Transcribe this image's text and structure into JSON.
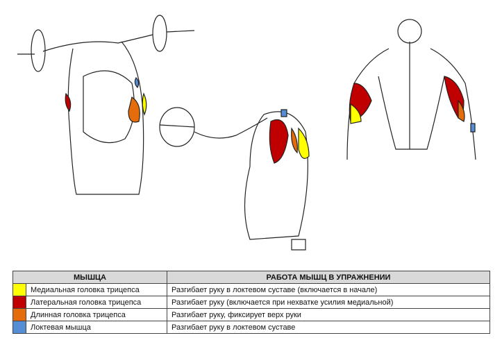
{
  "table": {
    "headers": [
      "МЫШЦА",
      "РАБОТА МЫШЦ В УПРАЖНЕНИИ"
    ],
    "rows": [
      {
        "color": "#ffff00",
        "muscle": "Медиальная головка трицепса",
        "action": "Разгибает руку в локтевом суставе (включается в начале)"
      },
      {
        "color": "#c00000",
        "muscle": "Латеральная головка трицепса",
        "action": "Разгибает руку (включается  при нехватке усилия медиальной)"
      },
      {
        "color": "#e46c0a",
        "muscle": "Длинная головка трицепса",
        "action": "Разгибает руку, фиксирует верх руки"
      },
      {
        "color": "#558ed5",
        "muscle": "Локтевая мышца",
        "action": "Разгибает руку в локтевом суставе"
      }
    ]
  }
}
